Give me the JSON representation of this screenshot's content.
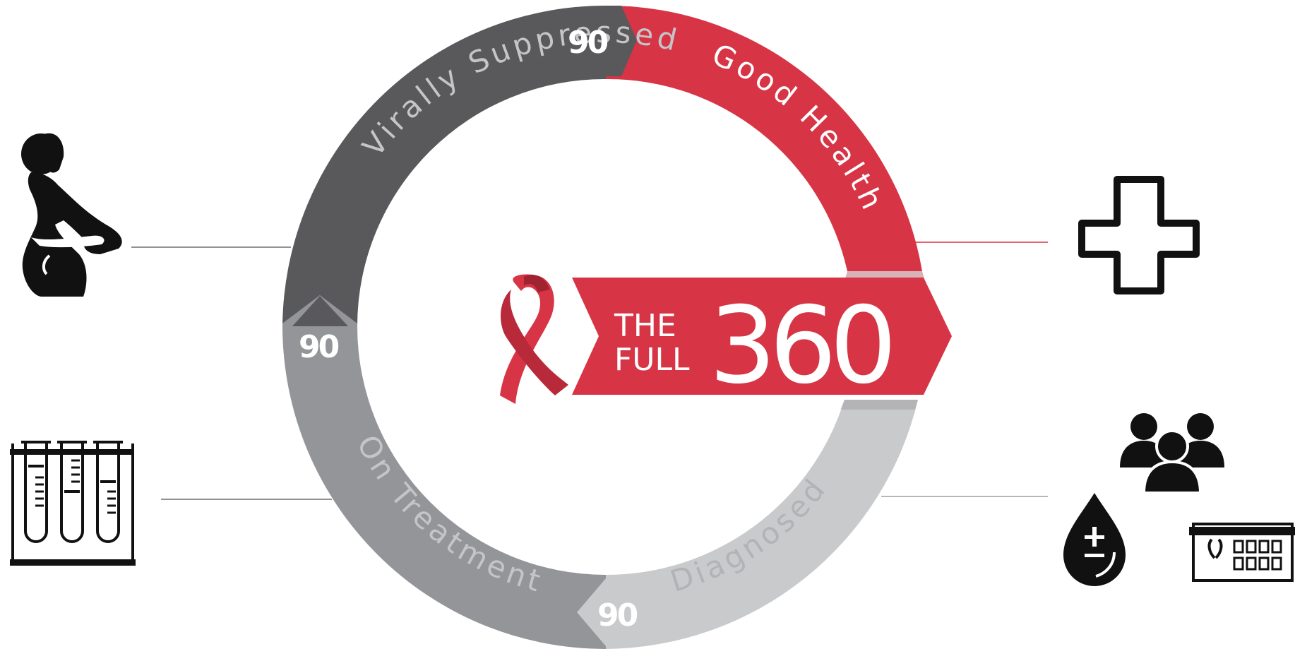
{
  "title": {
    "line1": "THE",
    "line2": "FULL",
    "number": "360"
  },
  "segments": [
    {
      "label": "Good Health",
      "color": "#d73445"
    },
    {
      "label": "Diagnosed",
      "color": "#c9cacc",
      "text_color": "#b1b3b6",
      "marker": "90"
    },
    {
      "label": "On Treatment",
      "color": "#939598",
      "text_color": "#c3c5c7",
      "marker": "90"
    },
    {
      "label": "Virally Suppressed",
      "color": "#59595c",
      "text_color": "#c4c5c7",
      "marker": "90"
    }
  ],
  "top_marker": "90",
  "colors": {
    "brand_red": "#d73445",
    "ribbon_dark": "#b82a3a",
    "icon_black": "#111111",
    "connector_gray": "#888888",
    "connector_red": "#d73445"
  },
  "icons": {
    "left_top": "pregnant-woman-icon",
    "left_bottom": "test-tubes-icon",
    "right_top": "medical-cross-icon",
    "right_bottom": [
      "people-group-icon",
      "blood-drop-icon",
      "clinic-building-icon"
    ]
  }
}
